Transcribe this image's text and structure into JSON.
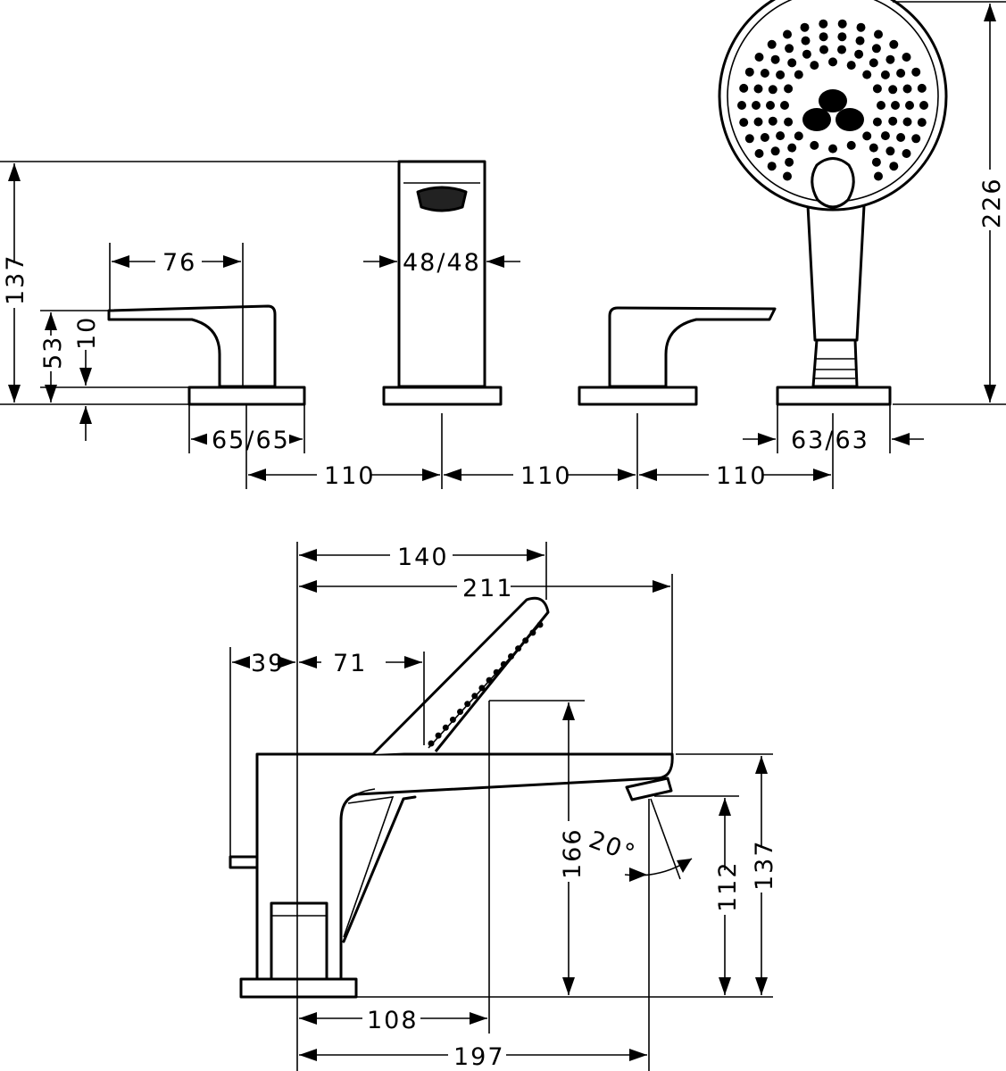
{
  "dimensions": {
    "height_137_left": "137",
    "handle_depth_76": "76",
    "spout_width": "48/48",
    "handle_height_53": "53",
    "handle_height_10": "10",
    "base_left": "65/65",
    "spacing_1": "110",
    "spacing_2": "110",
    "spacing_3": "110",
    "shower_base": "63/63",
    "shower_height_226": "226",
    "side_140": "140",
    "side_211": "211",
    "side_39": "39",
    "side_71": "71",
    "side_166": "166",
    "side_angle": "20°",
    "side_112": "112",
    "side_137": "137",
    "side_108": "108",
    "side_197": "197"
  }
}
